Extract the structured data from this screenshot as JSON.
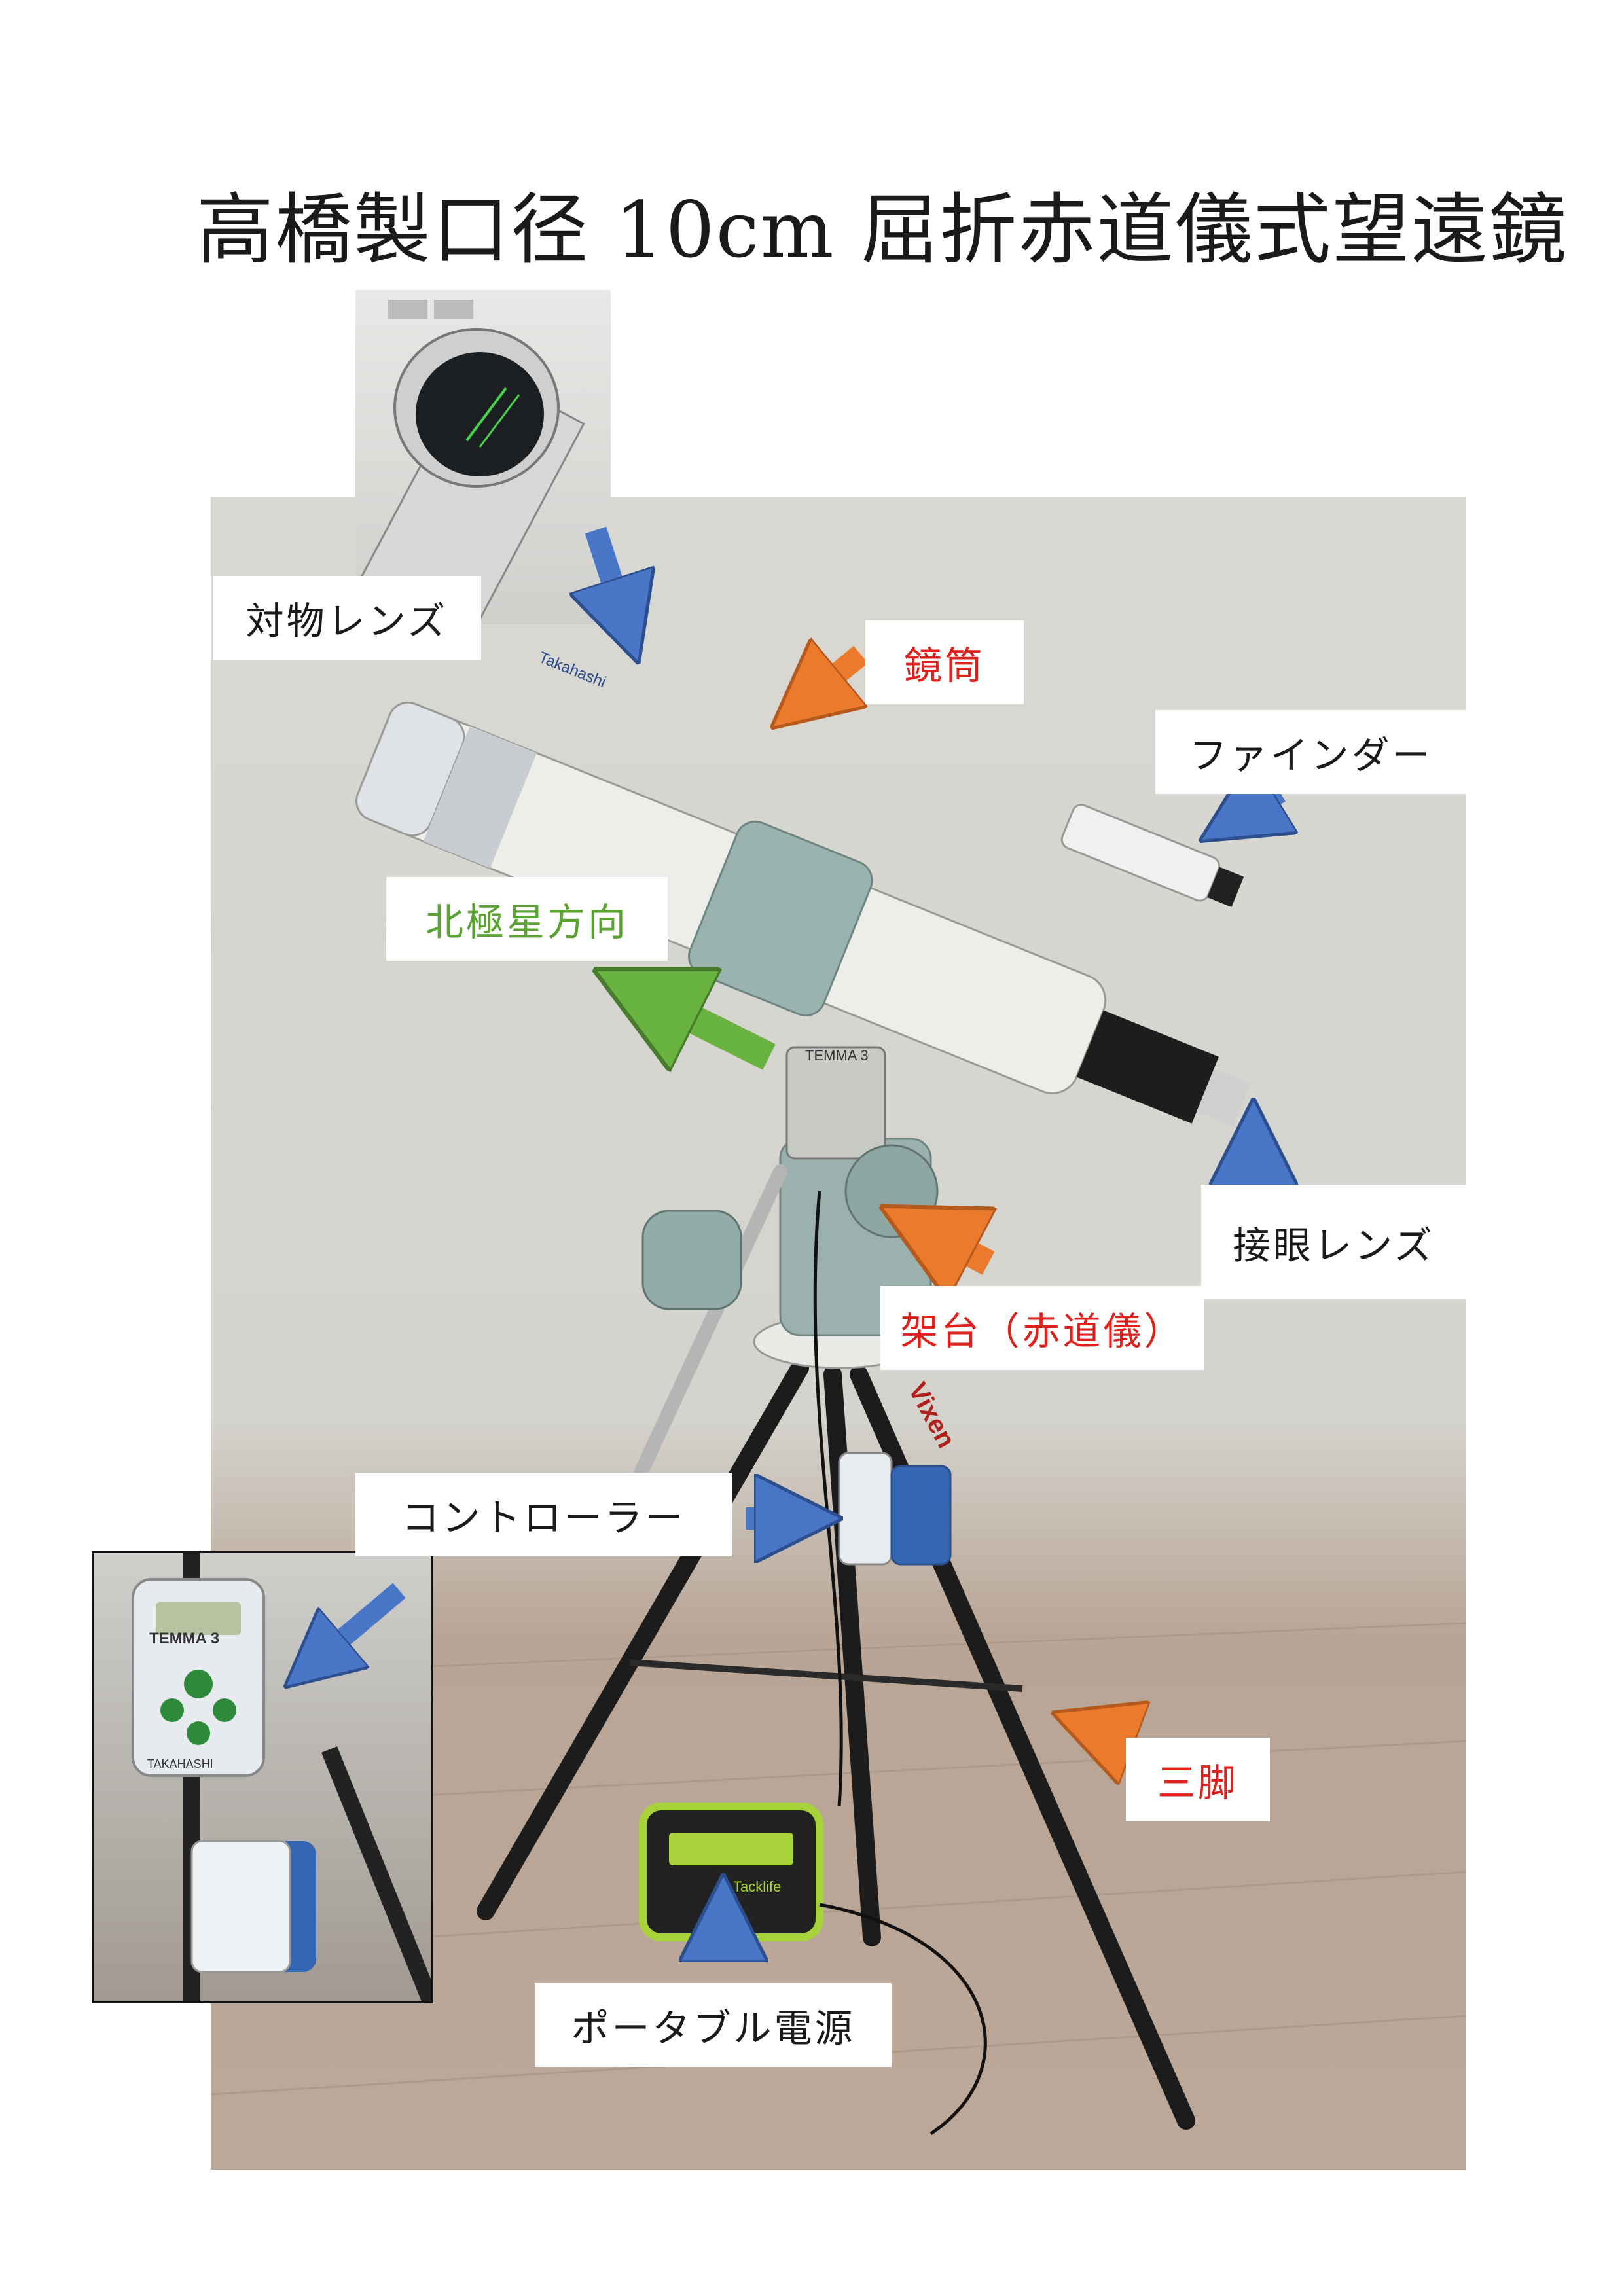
{
  "title": "高橋製口径 10cm 屈折赤道儀式望遠鏡",
  "labels": {
    "objective_lens": "対物レンズ",
    "tube": "鏡筒",
    "finder": "ファインダー",
    "north_star_direction": "北極星方向",
    "eyepiece": "接眼レンズ",
    "mount": "架台（赤道儀）",
    "controller": "コントローラー",
    "tripod": "三脚",
    "portable_power": "ポータブル電源"
  },
  "photo_text": {
    "tube_brand": "Takahashi",
    "mount_brand": "TEMMA 3",
    "tripod_brand": "Vixen",
    "controller_brand": "TEMMA 3",
    "controller_maker": "TAKAHASHI",
    "power_brand": "Tacklife"
  },
  "colors": {
    "blue_arrow": "#4a76c8",
    "orange_arrow": "#ec7a2c",
    "green_arrow": "#69b340",
    "red_text": "#e0201b",
    "green_text": "#5aa232"
  }
}
